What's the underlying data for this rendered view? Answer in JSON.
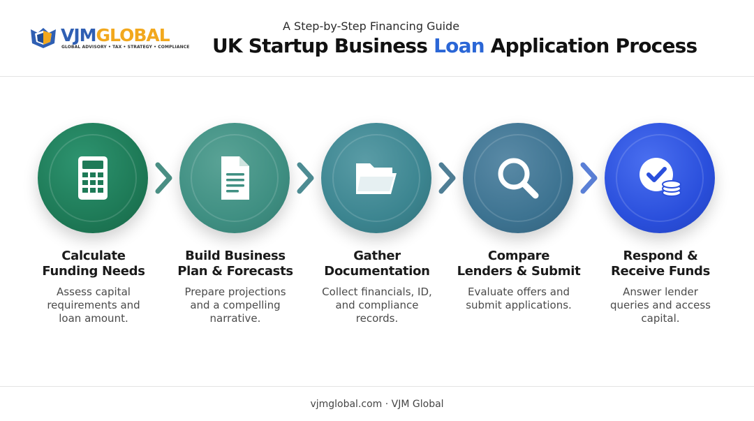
{
  "brand": {
    "name_part1": "VJM",
    "name_part2": "GLOBAL",
    "tagline": "GLOBAL ADVISORY • TAX • STRATEGY • COMPLIANCE",
    "colors": {
      "blue": "#2f5fb3",
      "gold": "#f2a81d"
    }
  },
  "header": {
    "kicker": "A Step-by-Step Financing Guide",
    "title_before": "UK Startup Business ",
    "title_highlight": "Loan",
    "title_after": " Application Process",
    "highlight_color": "#2a66d6"
  },
  "steps": [
    {
      "icon": "calculator-icon",
      "color": "#1e7a57",
      "title_line1": "Calculate",
      "title_line2": "Funding Needs",
      "desc_line1": "Assess capital",
      "desc_line2": "requirements and",
      "desc_line3": "loan amount."
    },
    {
      "icon": "document-icon",
      "color": "#3f8f82",
      "title_line1": "Build Business",
      "title_line2": "Plan & Forecasts",
      "desc_line1": "Prepare projections",
      "desc_line2": "and a compelling",
      "desc_line3": "narrative."
    },
    {
      "icon": "folder-icon",
      "color": "#3c8590",
      "title_line1": "Gather",
      "title_line2": "Documentation",
      "desc_line1": "Collect financials, ID,",
      "desc_line2": "and compliance",
      "desc_line3": "records."
    },
    {
      "icon": "search-icon",
      "color": "#3d7391",
      "title_line1": "Compare",
      "title_line2": "Lenders & Submit",
      "desc_line1": "Evaluate offers and",
      "desc_line2": "submit applications.",
      "desc_line3": ""
    },
    {
      "icon": "check-coins-icon",
      "color": "#2a4fdc",
      "title_line1": "Respond &",
      "title_line2": "Receive Funds",
      "desc_line1": "Answer lender",
      "desc_line2": "queries and access",
      "desc_line3": "capital."
    }
  ],
  "footer": {
    "text": "vjmglobal.com · VJM Global"
  }
}
